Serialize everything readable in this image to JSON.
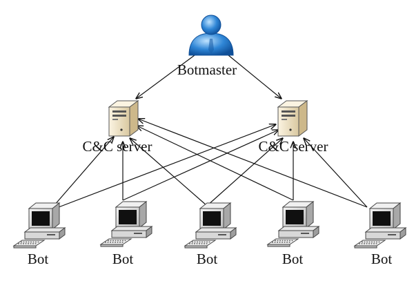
{
  "botmaster": {
    "label": "Botmaster",
    "icon": "user-icon"
  },
  "servers": [
    {
      "label": "C&C server",
      "icon": "server-tower-icon"
    },
    {
      "label": "C&C server",
      "icon": "server-tower-icon"
    }
  ],
  "bots": [
    {
      "label": "Bot",
      "icon": "desktop-computer-icon"
    },
    {
      "label": "Bot",
      "icon": "desktop-computer-icon"
    },
    {
      "label": "Bot",
      "icon": "desktop-computer-icon"
    },
    {
      "label": "Bot",
      "icon": "desktop-computer-icon"
    },
    {
      "label": "Bot",
      "icon": "desktop-computer-icon"
    }
  ],
  "colors": {
    "person": "#2f86d6",
    "server_body": "#efe3c4",
    "monitor": "#d4d4d4",
    "screen": "#101010",
    "line": "#111111"
  }
}
